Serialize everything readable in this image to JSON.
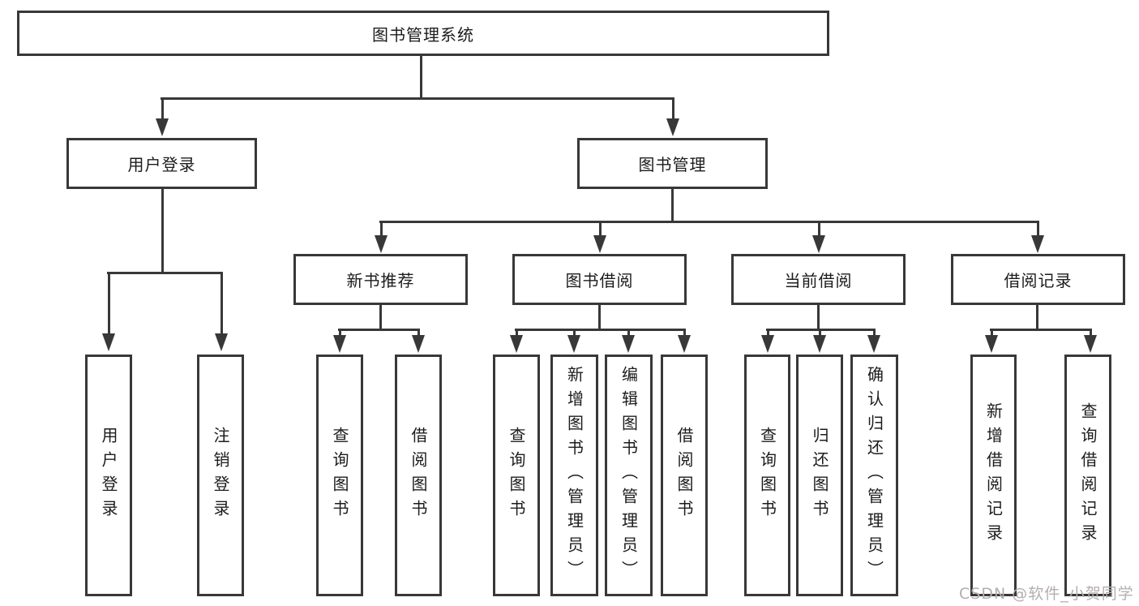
{
  "tree": {
    "label": "图书管理系统",
    "children": [
      {
        "label": "用户登录",
        "children": [
          {
            "label": "用户登录"
          },
          {
            "label": "注销登录"
          }
        ]
      },
      {
        "label": "图书管理",
        "children": [
          {
            "label": "新书推荐",
            "children": [
              {
                "label": "查询图书"
              },
              {
                "label": "借阅图书"
              }
            ]
          },
          {
            "label": "图书借阅",
            "children": [
              {
                "label": "查询图书"
              },
              {
                "label": "新增图书（管理员）"
              },
              {
                "label": "编辑图书（管理员）"
              },
              {
                "label": "借阅图书"
              }
            ]
          },
          {
            "label": "当前借阅",
            "children": [
              {
                "label": "查询图书"
              },
              {
                "label": "归还图书"
              },
              {
                "label": "确认归还（管理员）"
              }
            ]
          },
          {
            "label": "借阅记录",
            "children": [
              {
                "label": "新增借阅记录"
              },
              {
                "label": "查询借阅记录"
              }
            ]
          }
        ]
      }
    ]
  },
  "watermark": {
    "text": "CSDN @软件_小贺同学"
  },
  "colors": {
    "line": "#383838",
    "text": "#1c1c1c",
    "watermark": "#b4aeae",
    "background": "#ffffff"
  }
}
